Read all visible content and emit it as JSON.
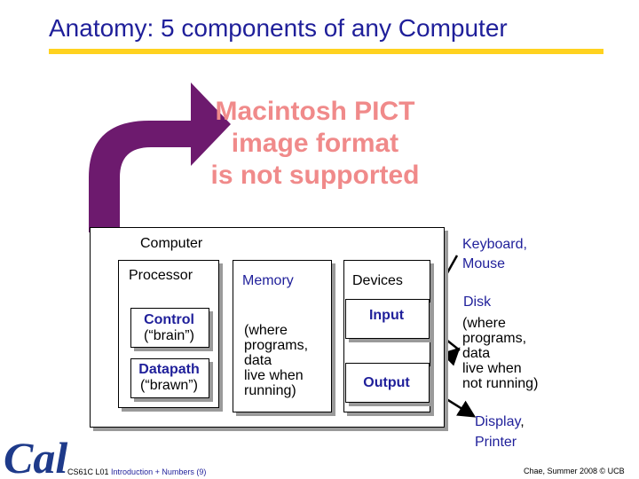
{
  "title": "Anatomy: 5 components of any Computer",
  "placeholder_image": {
    "line1": "Macintosh PICT",
    "line2": "image format",
    "line3": "is not supported"
  },
  "diagram": {
    "computer": "Computer",
    "processor": "Processor",
    "control": "Control",
    "control_sub": "(“brain”)",
    "datapath": "Datapath",
    "datapath_sub": "(“brawn”)",
    "memory": "Memory",
    "memory_desc": [
      "(where",
      "programs,",
      "data",
      "live when",
      "running)"
    ],
    "devices": "Devices",
    "input": "Input",
    "output": "Output",
    "keyboard": [
      "Keyboard,",
      "Mouse"
    ],
    "disk": "Disk",
    "disk_desc": [
      "(where",
      "programs,",
      "data",
      "live when",
      "not running)"
    ],
    "display_line1_a": "Display",
    "display_line1_b": ",",
    "display_line2": "Printer"
  },
  "footer": {
    "course_prefix": "CS61C L01",
    "course_suffix": "Introduction + Numbers (9)",
    "credit": "Chae, Summer 2008 © UCB"
  },
  "colors": {
    "title": "#1f1f9a",
    "underline": "#ffd21f",
    "arrow": "#6d1a6e",
    "placeholder_text": "#f08a8a",
    "logo": "#1e3a8a"
  }
}
